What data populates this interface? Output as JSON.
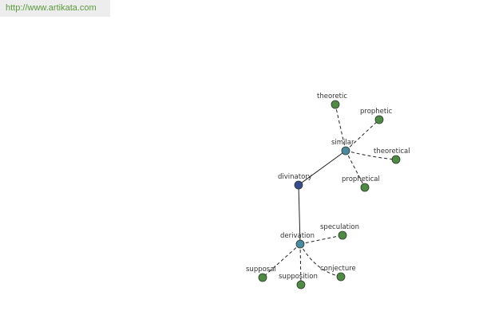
{
  "header": {
    "url_text": "http://www.artikata.com"
  },
  "colors": {
    "root_node": "#3a4a8f",
    "hub_node": "#4a8aa0",
    "leaf_node": "#4e8a44",
    "url_text": "#5a9a3c",
    "url_bg": "#ededed"
  },
  "graph": {
    "root": {
      "label": "divinatory"
    },
    "hubs": [
      {
        "label": "similar",
        "leaves": [
          "theoretic",
          "prophetic",
          "theoretical",
          "prophetical"
        ]
      },
      {
        "label": "derivation",
        "leaves": [
          "speculation",
          "supposal",
          "supposition",
          "conjecture"
        ]
      }
    ]
  }
}
